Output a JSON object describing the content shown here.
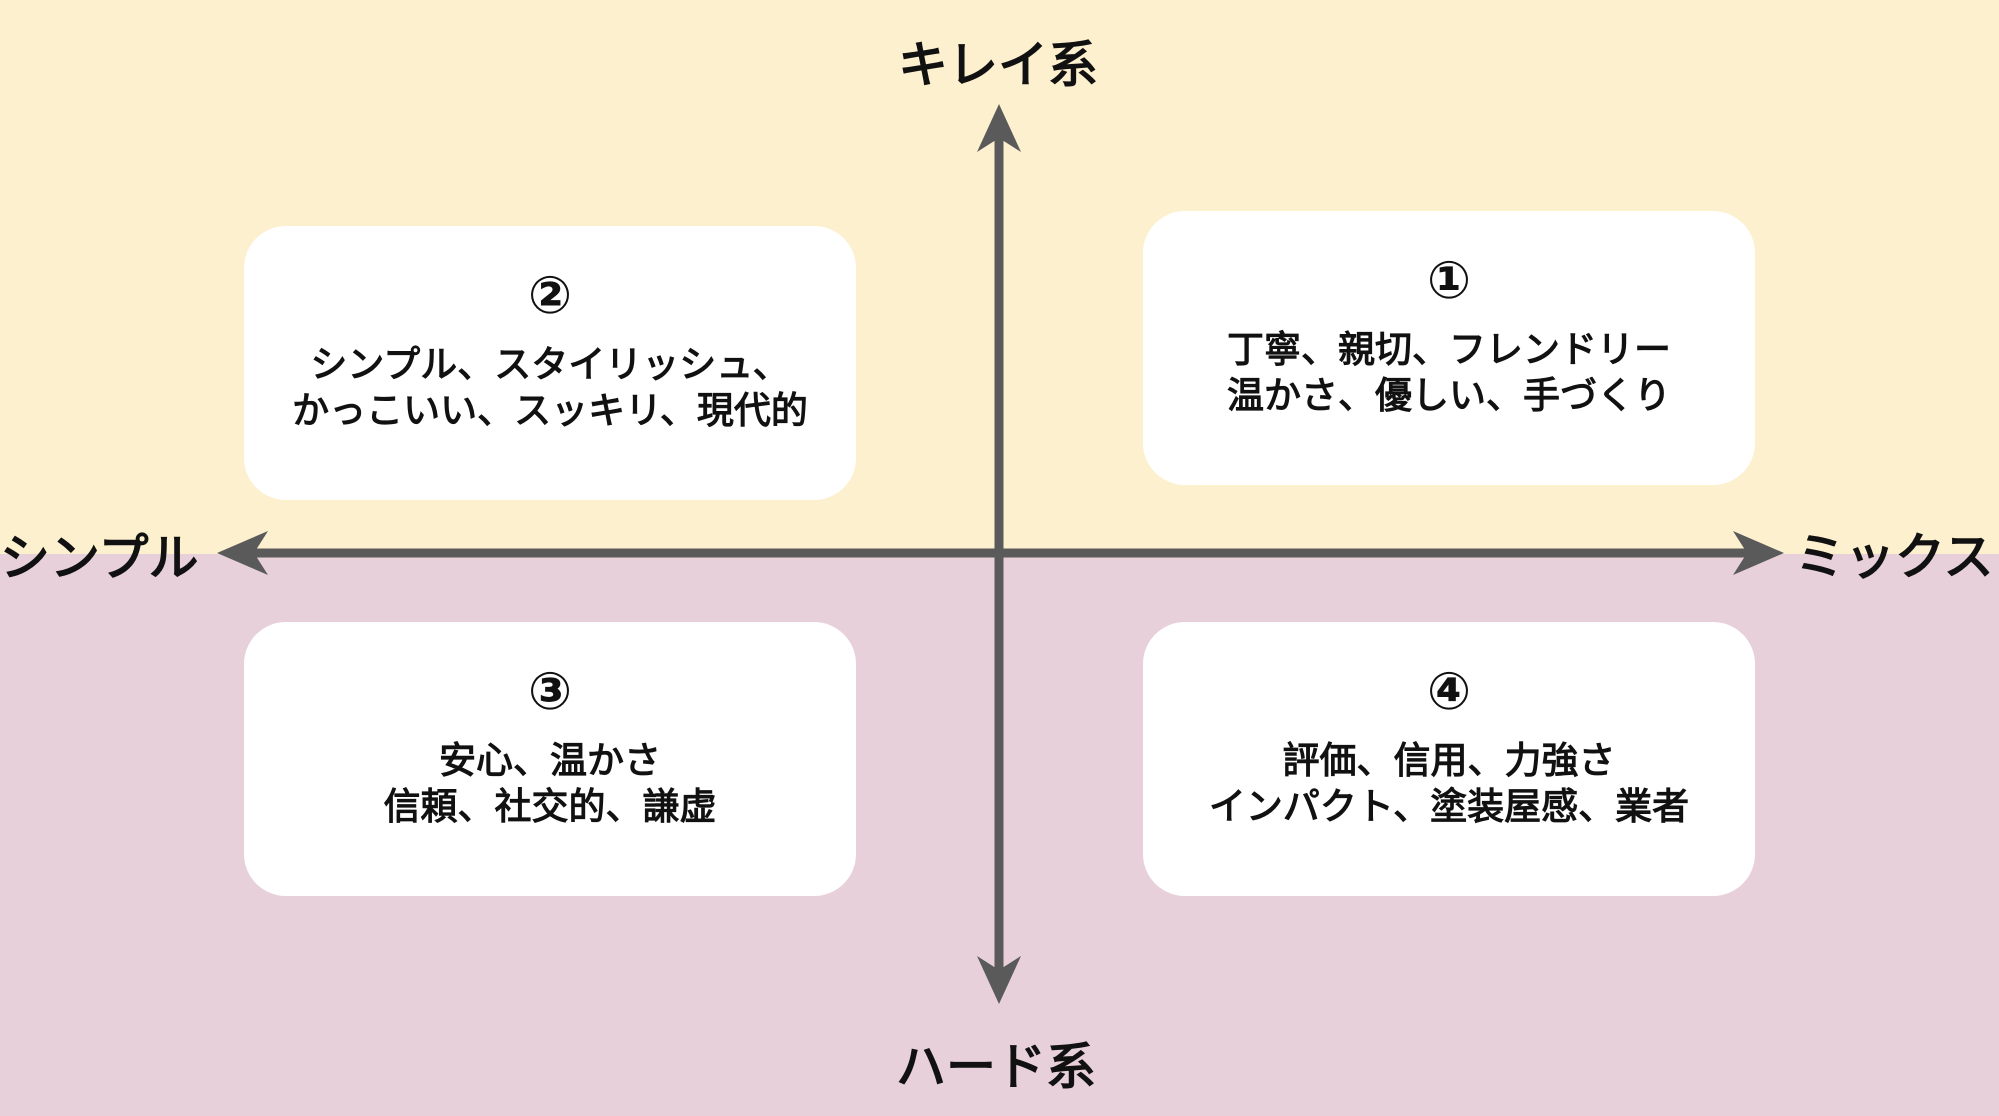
{
  "colors": {
    "top_background": "#fdf0cf",
    "bottom_background": "#e8d0da",
    "axis": "#5a5a5a",
    "card": "#ffffff",
    "text": "#111111"
  },
  "axes": {
    "top": "キレイ系",
    "bottom": "ハード系",
    "left": "シンプル",
    "right": "ミックス"
  },
  "quadrants": {
    "q1": {
      "number": "①",
      "lines": [
        "丁寧、親切、フレンドリー",
        "温かさ、優しい、手づくり"
      ]
    },
    "q2": {
      "number": "②",
      "lines": [
        "シンプル、スタイリッシュ、",
        "かっこいい、スッキリ、現代的"
      ]
    },
    "q3": {
      "number": "③",
      "lines": [
        "安心、温かさ",
        "信頼、社交的、謙虚"
      ]
    },
    "q4": {
      "number": "④",
      "lines": [
        "評価、信用、力強さ",
        "インパクト、塗装屋感、業者"
      ]
    }
  }
}
